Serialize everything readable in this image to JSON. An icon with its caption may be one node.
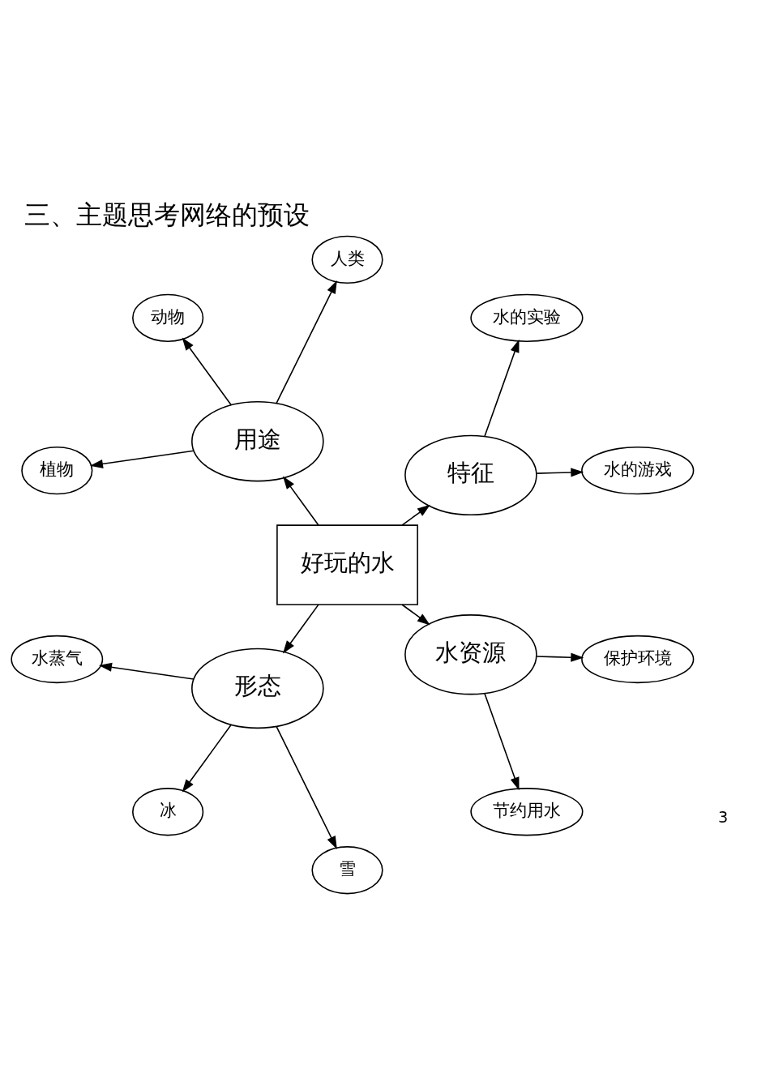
{
  "diagram": {
    "title": "三、主题思考网络的预设",
    "nodes": [
      {
        "text": [
          "好玩的水"
        ]
      },
      {
        "text": [
          "特征"
        ]
      },
      {
        "text": [
          "水的游戏"
        ]
      },
      {
        "text": [
          "水的实验"
        ]
      },
      {
        "text": [
          "用途"
        ]
      },
      {
        "text": [
          "人类"
        ]
      },
      {
        "text": [
          "动物"
        ]
      },
      {
        "text": [
          "植物"
        ]
      },
      {
        "text": [
          "形态"
        ]
      },
      {
        "text": [
          "水蒸气"
        ]
      },
      {
        "text": [
          "冰"
        ]
      },
      {
        "text": [
          "雪"
        ]
      },
      {
        "text": [
          "水资源"
        ]
      },
      {
        "text": [
          "节约用水"
        ]
      },
      {
        "text": [
          "保护环境"
        ]
      }
    ],
    "edges": [
      {
        "from": 0,
        "to": 1,
        "arrow": "to"
      },
      {
        "from": 1,
        "to": 2,
        "arrow": "to"
      },
      {
        "from": 1,
        "to": 3,
        "arrow": "to"
      },
      {
        "from": 0,
        "to": 4,
        "arrow": "to"
      },
      {
        "from": 4,
        "to": 5,
        "arrow": "to"
      },
      {
        "from": 4,
        "to": 6,
        "arrow": "to"
      },
      {
        "from": 4,
        "to": 7,
        "arrow": "to"
      },
      {
        "from": 0,
        "to": 8,
        "arrow": "to"
      },
      {
        "from": 8,
        "to": 9,
        "arrow": "to"
      },
      {
        "from": 8,
        "to": 10,
        "arrow": "to"
      },
      {
        "from": 8,
        "to": 11,
        "arrow": "to"
      },
      {
        "from": 0,
        "to": 12,
        "arrow": "to"
      },
      {
        "from": 12,
        "to": 13,
        "arrow": "to"
      },
      {
        "from": 12,
        "to": 14,
        "arrow": "to"
      }
    ],
    "labels": [
      "3"
    ]
  }
}
